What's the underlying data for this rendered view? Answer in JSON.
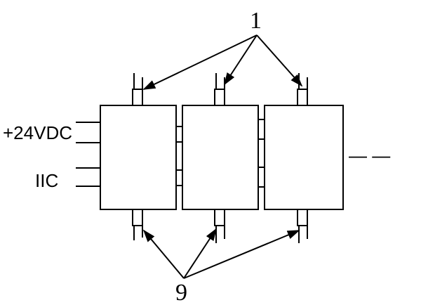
{
  "labels": {
    "callout_top": "1",
    "callout_bottom": "9",
    "power_input": "+24VDC",
    "bus_input": "IIC",
    "continuation": "— —"
  }
}
